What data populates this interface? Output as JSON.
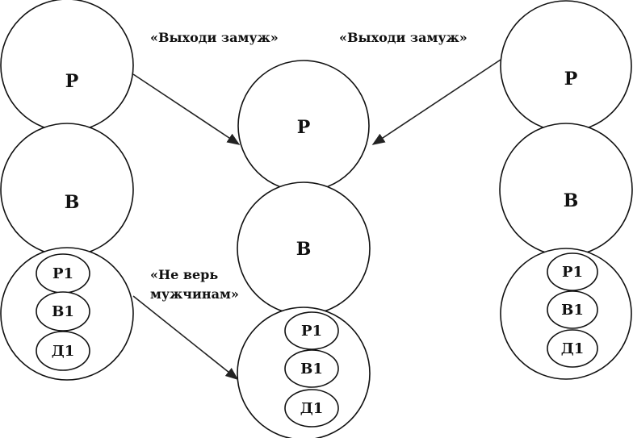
{
  "left": {
    "parent": "Р",
    "adult": "В",
    "child": {
      "p": "Р1",
      "a": "В1",
      "c": "Д1"
    }
  },
  "center": {
    "parent": "Р",
    "adult": "В",
    "child": {
      "p": "Р1",
      "a": "В1",
      "c": "Д1"
    }
  },
  "right": {
    "parent": "Р",
    "adult": "В",
    "child": {
      "p": "Р1",
      "a": "В1",
      "c": "Д1"
    }
  },
  "messages": {
    "left_top": "«Выходи замуж»",
    "right_top": "«Выходи замуж»",
    "left_bottom_line1": "«Не верь",
    "left_bottom_line2": "мужчинам»"
  },
  "colors": {
    "stroke": "#111111",
    "background": "#ffffff"
  }
}
